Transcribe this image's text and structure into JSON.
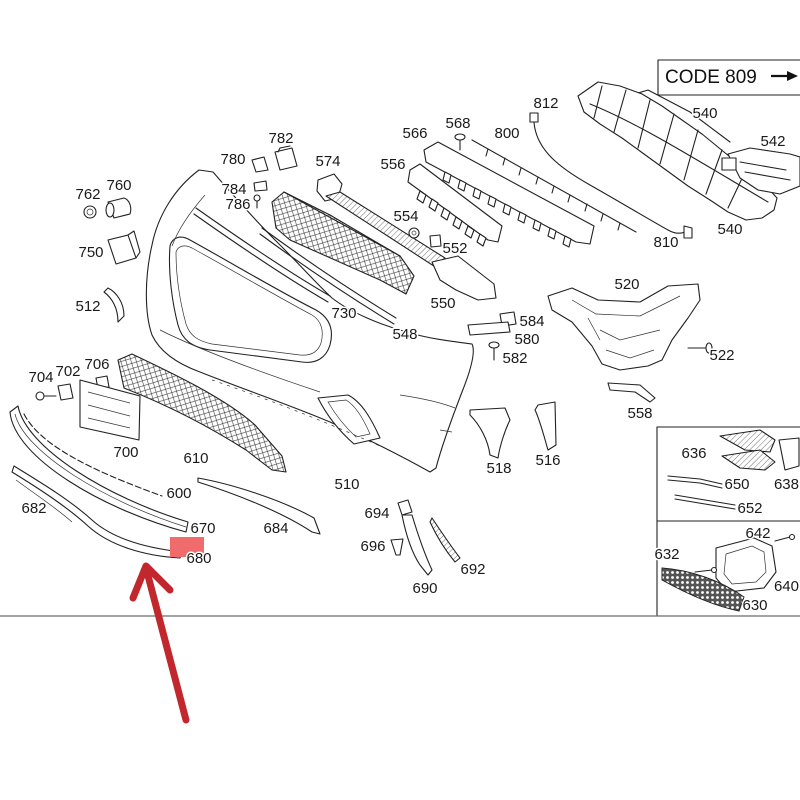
{
  "code_label": "CODE 809",
  "callouts": [
    "812",
    "540",
    "566",
    "568",
    "800",
    "542",
    "782",
    "780",
    "574",
    "556",
    "784",
    "786",
    "762",
    "760",
    "554",
    "552",
    "810",
    "540",
    "750",
    "520",
    "512",
    "550",
    "730",
    "548",
    "584",
    "580",
    "582",
    "522",
    "704",
    "702",
    "706",
    "558",
    "636",
    "638",
    "650",
    "652",
    "700",
    "610",
    "518",
    "516",
    "510",
    "600",
    "682",
    "694",
    "670",
    "684",
    "642",
    "696",
    "632",
    "692",
    "680",
    "640",
    "690",
    "630"
  ],
  "colors": {
    "arrow": "#c1272d",
    "highlight": "#f06b6b",
    "line": "#222222"
  }
}
